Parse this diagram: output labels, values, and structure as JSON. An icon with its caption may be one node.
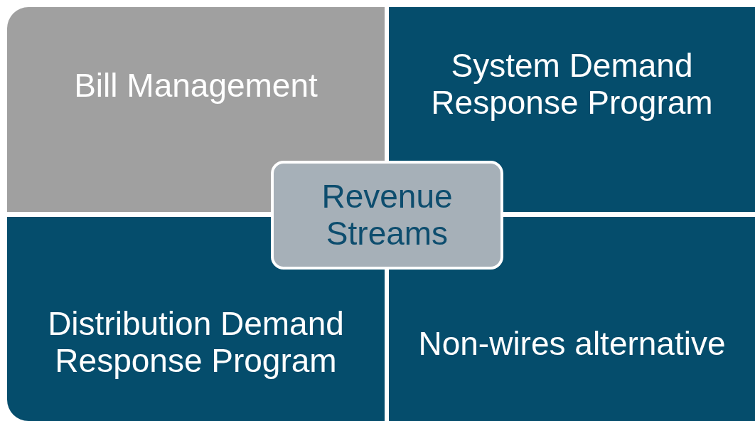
{
  "diagram": {
    "nodes": [
      {
        "text": [
          "Bill Management"
        ]
      },
      {
        "text": [
          "System Demand Response Program"
        ]
      },
      {
        "text": [
          "Revenue Streams"
        ]
      },
      {
        "text": [
          "Distribution Demand Response Program"
        ]
      },
      {
        "text": [
          "Non-wires alternative"
        ]
      }
    ],
    "edges": []
  }
}
